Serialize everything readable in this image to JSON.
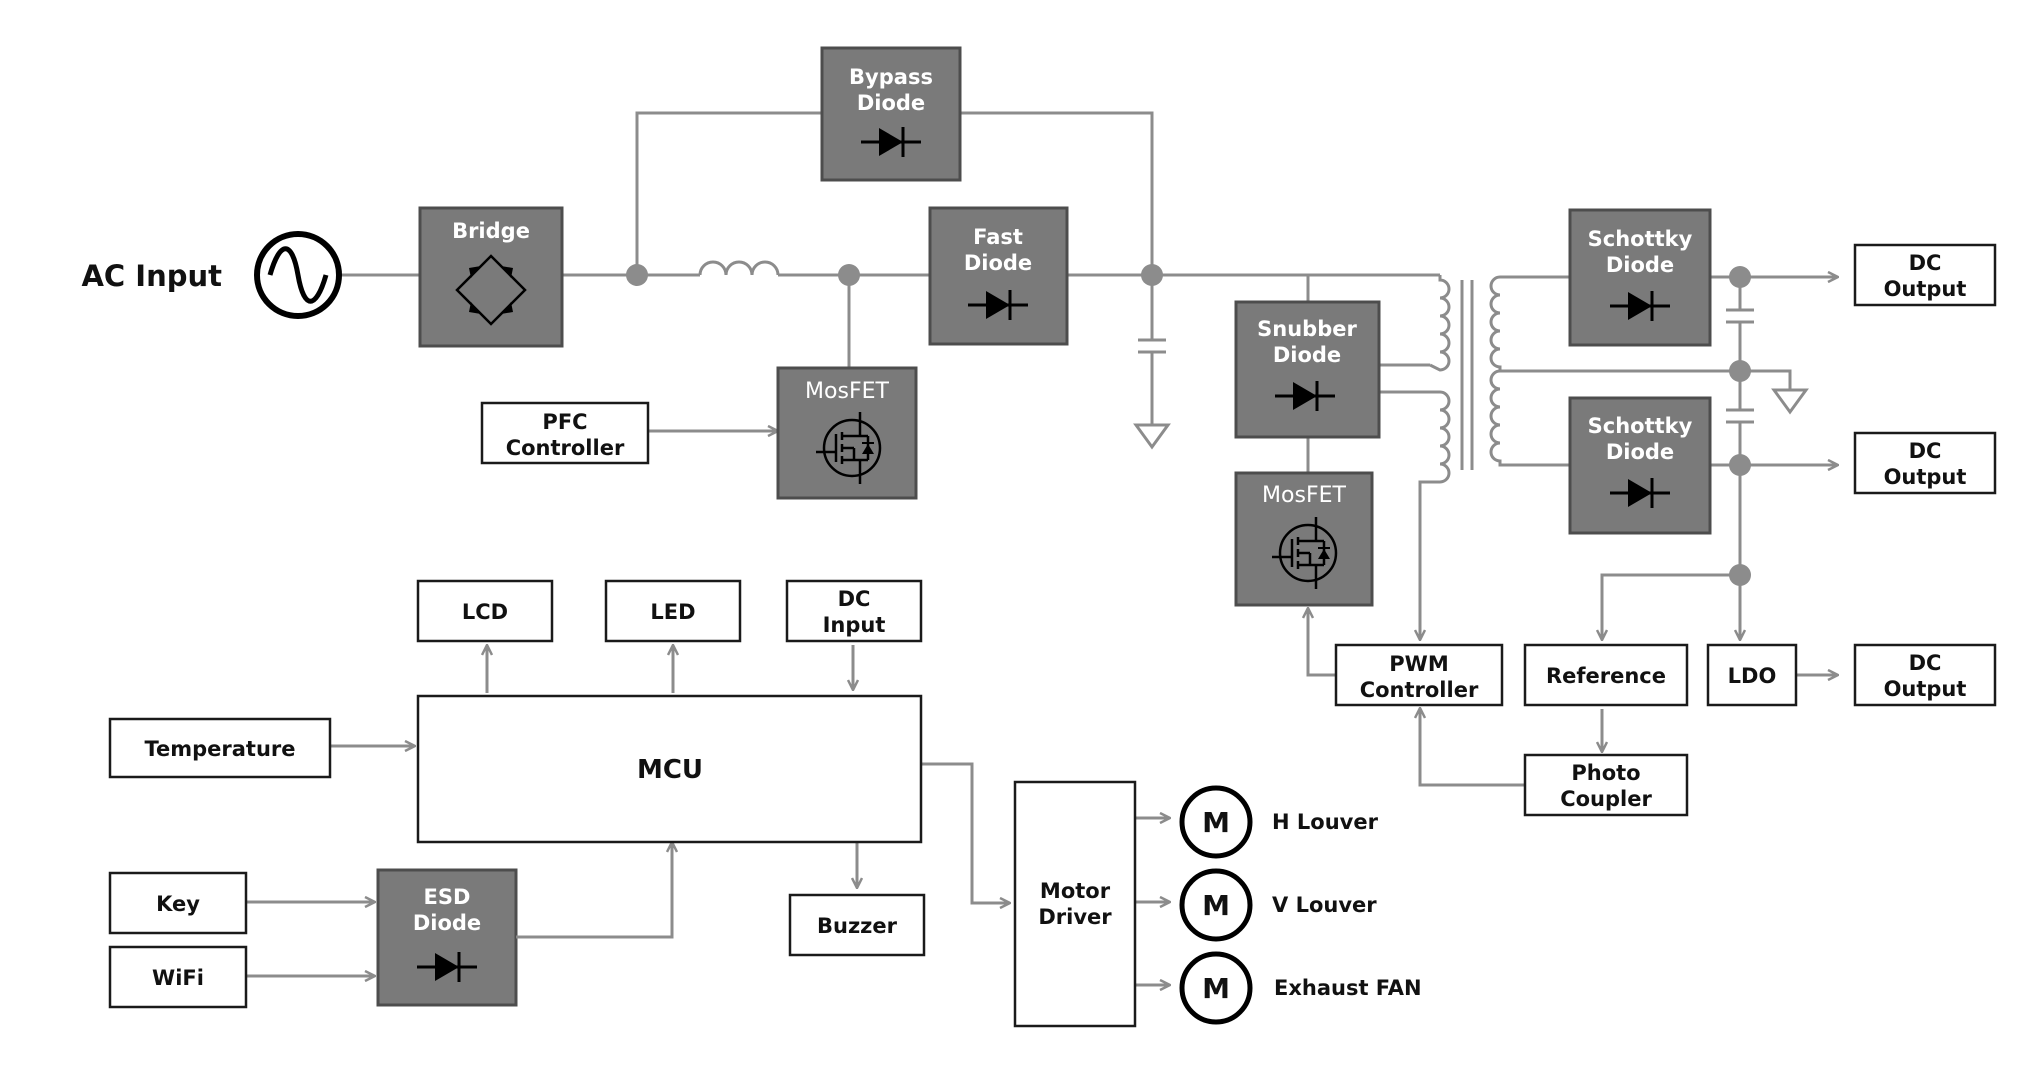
{
  "labels": {
    "ac_input": "AC Input",
    "bypass_diode": [
      "Bypass",
      "Diode"
    ],
    "bridge": "Bridge",
    "fast_diode": [
      "Fast",
      "Diode"
    ],
    "mosfet_pfc": "MosFET",
    "pfc_controller": [
      "PFC",
      "Controller"
    ],
    "snubber_diode": [
      "Snubber",
      "Diode"
    ],
    "mosfet_pwm": "MosFET",
    "pwm_controller": [
      "PWM",
      "Controller"
    ],
    "schottky_top": [
      "Schottky",
      "Diode"
    ],
    "schottky_bottom": [
      "Schottky",
      "Diode"
    ],
    "dc_output_1": [
      "DC",
      "Output"
    ],
    "dc_output_2": [
      "DC",
      "Output"
    ],
    "dc_output_3": [
      "DC",
      "Output"
    ],
    "reference": "Reference",
    "ldo": "LDO",
    "photo_coupler": [
      "Photo",
      "Coupler"
    ],
    "lcd": "LCD",
    "led": "LED",
    "dc_input": [
      "DC",
      "Input"
    ],
    "temperature": "Temperature",
    "mcu": "MCU",
    "key": "Key",
    "wifi": "WiFi",
    "esd_diode": [
      "ESD",
      "Diode"
    ],
    "buzzer": "Buzzer",
    "motor_driver": [
      "Motor",
      "Driver"
    ],
    "motor_symbol": "M",
    "h_louver": "H Louver",
    "v_louver": "V Louver",
    "exhaust_fan": "Exhaust FAN"
  },
  "colors": {
    "component_fill": "#7a7a7a",
    "wire": "#8c8c8c",
    "outline": "#1a1a1a"
  }
}
